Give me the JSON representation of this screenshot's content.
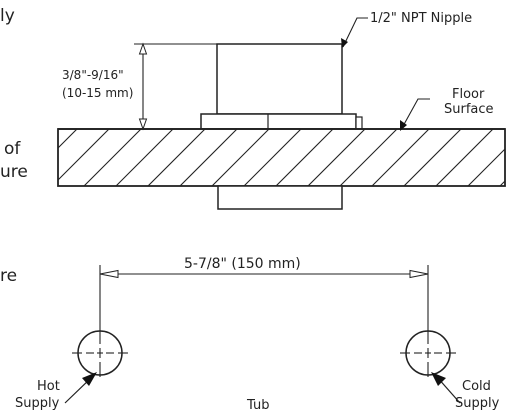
{
  "left_fragments": {
    "line1": "ly",
    "line2": "of",
    "line3": "ure",
    "line4": "re"
  },
  "top_view": {
    "nipple_label": "1/2\" NPT Nipple",
    "height_label_in": "3/8\"-9/16\"",
    "height_label_mm": "(10-15 mm)",
    "floor_label_line1": "Floor",
    "floor_label_line2": "Surface"
  },
  "bottom_view": {
    "spacing_label": "5-7/8\" (150 mm)",
    "hot_line1": "Hot",
    "hot_line2": "Supply",
    "cold_line1": "Cold",
    "cold_line2": "Supply",
    "tub_label": "Tub"
  }
}
